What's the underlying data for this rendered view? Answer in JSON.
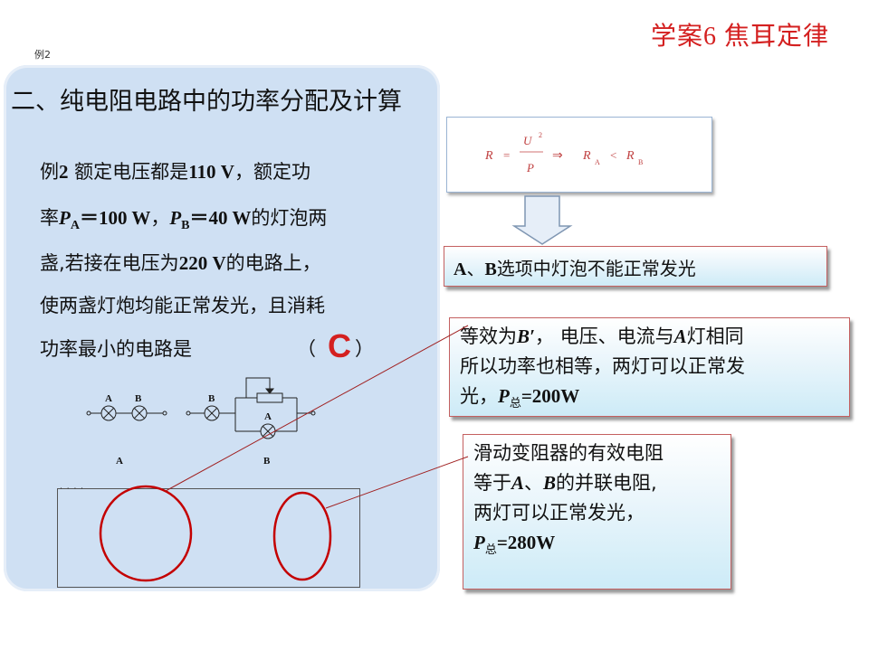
{
  "header": {
    "title": "学案6   焦耳定律"
  },
  "example_tag": "例2",
  "problem": {
    "section_title": "二、纯电阻电路中的功率分配及计算",
    "line1_a": "例",
    "line1_num": "2",
    "line1_b": "  额定电压都是",
    "line1_volt": "110 V",
    "line1_c": "，额定功",
    "line2_a": "率",
    "line2_pa": "P",
    "line2_sub_a": "A",
    "line2_eq_a": "＝100 W",
    "line2_sep": "，",
    "line2_pb": "P",
    "line2_sub_b": "B",
    "line2_eq_b": "＝40 W",
    "line2_c": "的灯泡两",
    "line3_a": "盏,若接在电压为",
    "line3_volt": "220 V",
    "line3_b": "的电路上，",
    "line4": "使两盏灯炮均能正常发光，且消耗",
    "line5": "功率最小的电路是",
    "paren_open": "（",
    "paren_close": "）",
    "answer": "C"
  },
  "circuits": {
    "a_lamp1": "A",
    "a_lamp2": "B",
    "a_label": "A",
    "b_lamp_b": "B",
    "b_lamp_a": "A",
    "b_label": "B",
    "frame_dots": "· · · ·"
  },
  "formula": {
    "R": "R",
    "eq": "=",
    "U": "U",
    "sq": "2",
    "P": "P",
    "arrow": "⇒",
    "RA": "R",
    "subA": "A",
    "lt": "<",
    "RB": "R",
    "subB": "B"
  },
  "callouts": {
    "c1": {
      "text_a": "A",
      "text_b": "、",
      "text_c": "B",
      "text_d": "选项中灯泡不能正常发光"
    },
    "c2": {
      "l1_a": "等效为",
      "l1_b": "B′",
      "l1_c": "，  电压、电流与",
      "l1_d": "A",
      "l1_e": "灯相同",
      "l2": "所以功率也相等，两灯可以正常发",
      "l3_a": "光，",
      "l3_p": "P",
      "l3_sub": "总",
      "l3_val": "=200W"
    },
    "c3": {
      "l1": "滑动变阻器的有效电阻",
      "l2_a": "等于",
      "l2_b": "A",
      "l2_c": "、",
      "l2_d": "B",
      "l2_e": "的并联电阻,",
      "l3": "两灯可以正常发光，",
      "l4_p": "P",
      "l4_sub": "总",
      "l4_val": "=280W"
    }
  },
  "colors": {
    "accent_red": "#d42020",
    "panel_blue": "#cfe0f3",
    "ink_red": "#c40000"
  }
}
